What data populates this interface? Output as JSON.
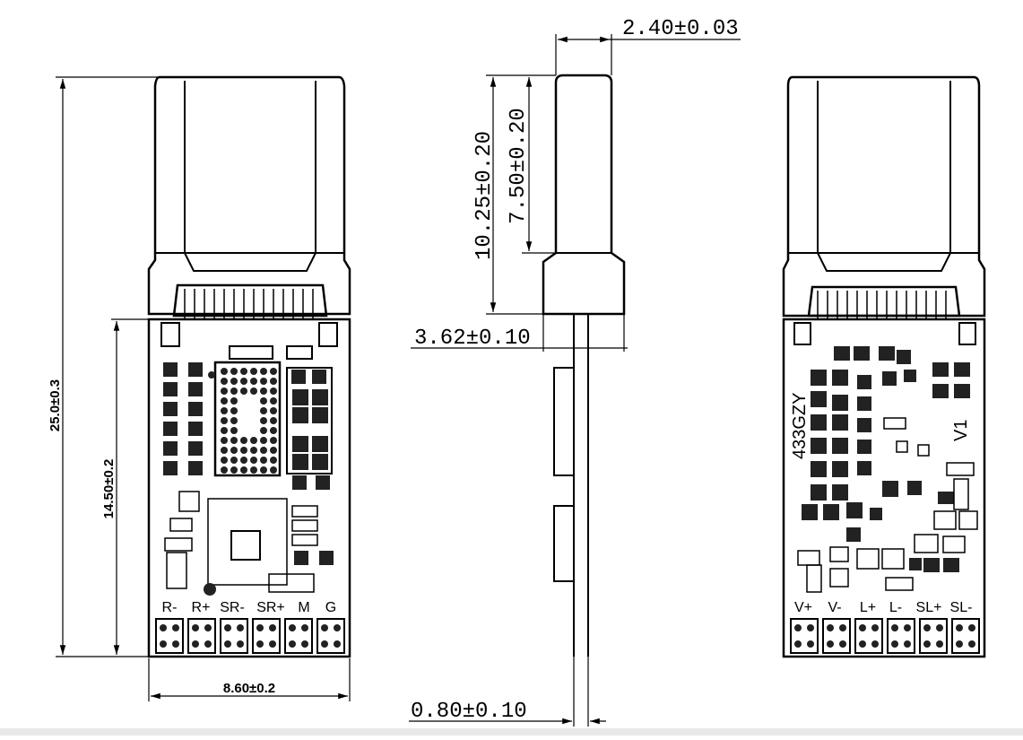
{
  "diagram": {
    "front_view": {
      "dims": {
        "overall_length": "25.0±0.3",
        "pcb_length": "14.50±0.2",
        "width": "8.60±0.2"
      },
      "pin_labels": [
        "R-",
        "R+",
        "SR-",
        "SR+",
        "M",
        "G"
      ]
    },
    "side_view": {
      "dims": {
        "connector_thickness": "2.40±0.03",
        "plug_length": "7.50±0.20",
        "connector_length": "10.25±0.20",
        "body_thickness": "3.62±0.10",
        "pcb_thickness": "0.80±0.10"
      }
    },
    "back_view": {
      "pin_labels": [
        "V+",
        "V-",
        "L+",
        "L-",
        "SL+",
        "SL-"
      ],
      "silkscreen_model": "433GZY",
      "silkscreen_version": "V1"
    }
  }
}
